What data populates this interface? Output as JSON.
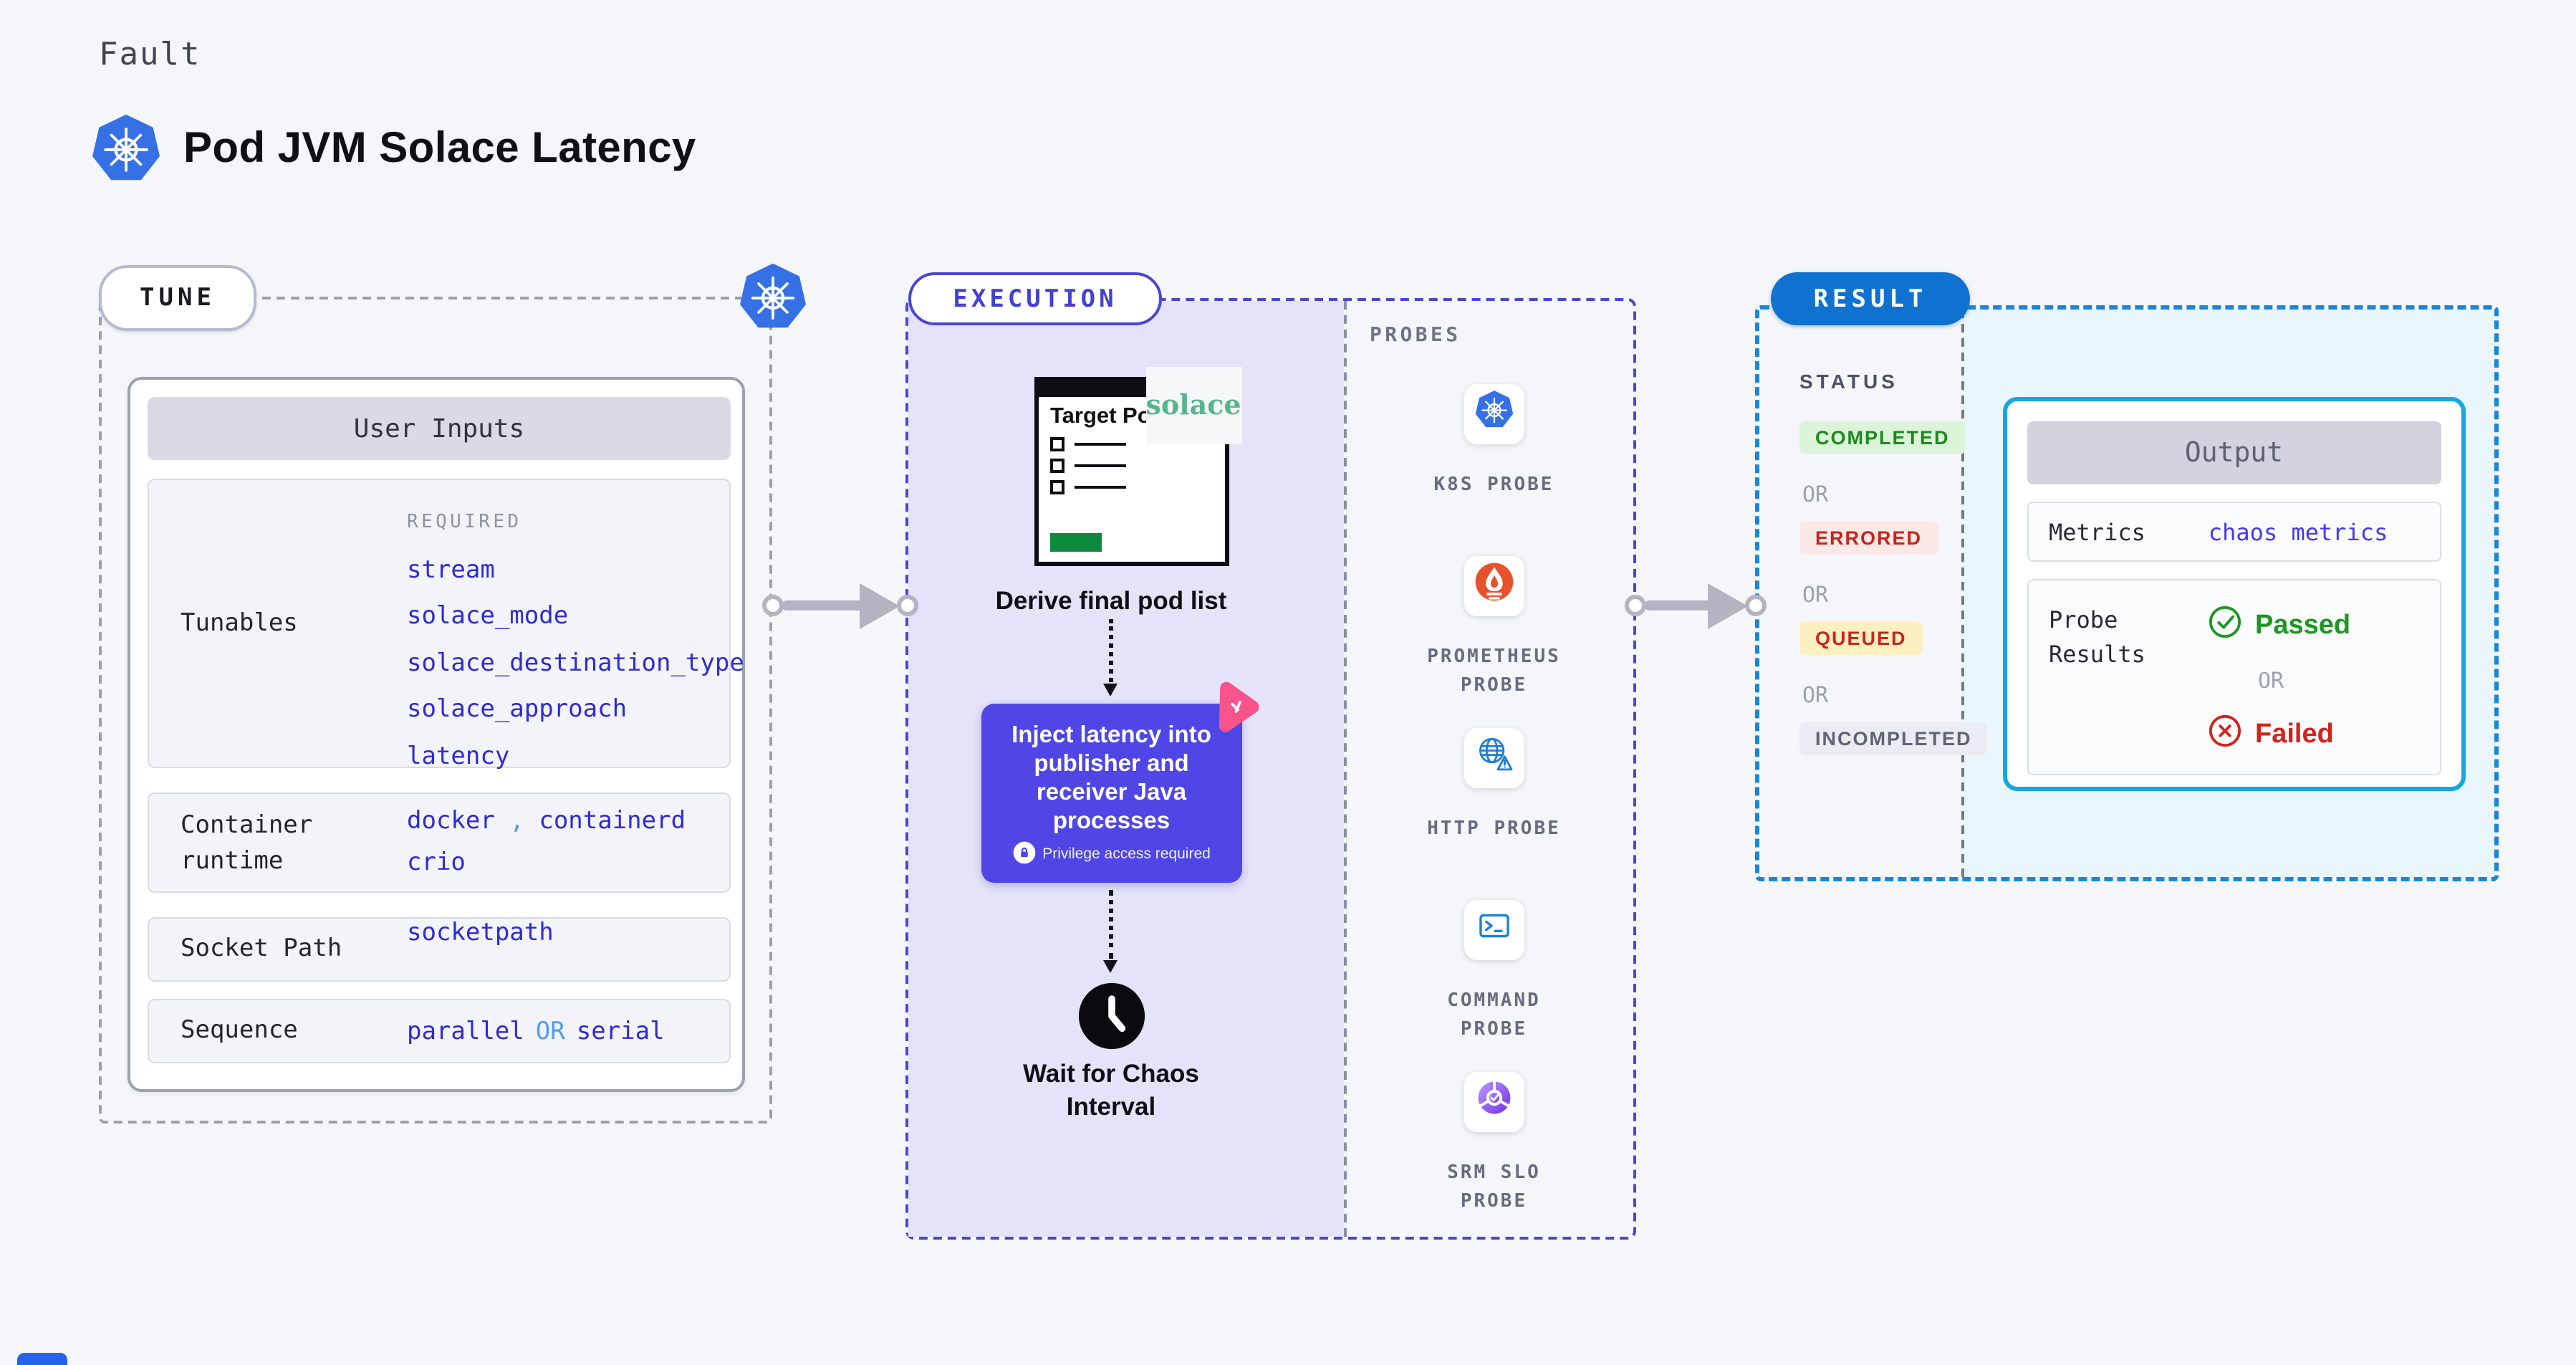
{
  "header": {
    "kicker": "Fault",
    "title": "Pod JVM Solace Latency"
  },
  "tune": {
    "label": "TUNE",
    "user_inputs": {
      "title": "User Inputs",
      "tunables": {
        "label": "Tunables",
        "required_label": "REQUIRED",
        "values": [
          "stream",
          "solace_mode",
          "solace_destination_type",
          "solace_approach",
          "latency"
        ]
      },
      "container_runtime": {
        "label": "Container runtime",
        "values": [
          "docker",
          "containerd",
          "crio"
        ],
        "separator": ","
      },
      "socket_path": {
        "label": "Socket Path",
        "value": "socketpath"
      },
      "sequence": {
        "label": "Sequence",
        "value_1": "parallel",
        "or": "OR",
        "value_2": "serial"
      }
    }
  },
  "execution": {
    "label": "EXECUTION",
    "target_pods_title": "Target Pods",
    "solace_logo": "solace",
    "step_derive": "Derive final pod list",
    "inject": {
      "text": "Inject latency into publisher and receiver Java processes",
      "badge": "Privilege access required"
    },
    "step_wait": "Wait for Chaos Interval"
  },
  "probes": {
    "header": "PROBES",
    "items": [
      {
        "label": "K8S PROBE",
        "icon": "kubernetes-icon"
      },
      {
        "label": "PROMETHEUS PROBE",
        "icon": "prometheus-icon"
      },
      {
        "label": "HTTP PROBE",
        "icon": "globe-alert-icon"
      },
      {
        "label": "COMMAND PROBE",
        "icon": "terminal-icon"
      },
      {
        "label": "SRM SLO PROBE",
        "icon": "slo-donut-icon"
      }
    ]
  },
  "result": {
    "label": "RESULT",
    "status": {
      "header": "STATUS",
      "or": "OR",
      "badges": [
        {
          "label": "COMPLETED",
          "bg": "#dcf3da",
          "color": "#1d8a1e"
        },
        {
          "label": "ERRORED",
          "bg": "#fbe9e7",
          "color": "#c4261b"
        },
        {
          "label": "QUEUED",
          "bg": "#fcf0c0",
          "color": "#c5271d"
        },
        {
          "label": "INCOMPLETED",
          "bg": "#ebecf3",
          "color": "#5e6376"
        }
      ]
    },
    "output": {
      "title": "Output",
      "metrics_label": "Metrics",
      "metrics_value": "chaos metrics",
      "probe_results_label": "Probe Results",
      "passed": "Passed",
      "or": "OR",
      "failed": "Failed"
    }
  },
  "colors": {
    "page_bg": "#f4f6f9",
    "value_blue": "#2e2ad6",
    "accent_sky": "#4f9cf6",
    "execution_accent": "#4946d5",
    "execution_fill": "#e4e3f9",
    "inject_indigo": "#4f46e5",
    "pink_flag": "#f7548b",
    "kubernetes_blue": "#3570e4",
    "prometheus_orange": "#e6522c",
    "probe_icon_blue": "#1b7fd6",
    "result_blue": "#0f72d0",
    "result_dash": "#1a86da",
    "result_panel": "#e9f6fc",
    "output_border": "#14a7e1",
    "passed_green": "#1d9722",
    "failed_red": "#d2231b",
    "target_green": "#0e8a3e",
    "solace_green": "#56b68b",
    "arrow_gray": "#b3b3c2"
  }
}
